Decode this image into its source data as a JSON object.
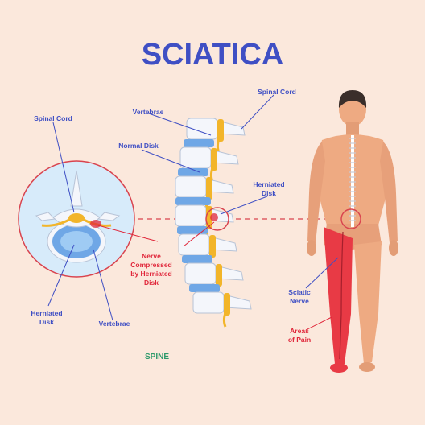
{
  "title": "SCIATICA",
  "caption": "SPINE",
  "colors": {
    "background": "#fbe8dc",
    "title": "#3f4fc4",
    "label_blue": "#3f4fc4",
    "label_red": "#e0263a",
    "label_green": "#2e9a6b",
    "nerve_yellow": "#f2b52a",
    "vertebra": "#f4f6fb",
    "disk": "#6fa7e6",
    "skin": "#eeaa82",
    "pain_red": "#e83a45",
    "dashed_line": "#d9434e"
  },
  "labels": {
    "cross_section_spinal_cord": "Spinal Cord",
    "cross_section_herniated_disk": [
      "Herniated",
      "Disk"
    ],
    "cross_section_vertebrae": "Vertebrae",
    "nerve_compressed": [
      "Nerve",
      "Compressed",
      "by Herniated",
      "Disk"
    ],
    "spine_vertebrae": "Vertebrae",
    "spine_normal_disk": "Normal Disk",
    "spine_spinal_cord": "Spinal Cord",
    "spine_herniated_disk": [
      "Herniated",
      "Disk"
    ],
    "sciatic_nerve": [
      "Sciatic",
      "Nerve"
    ],
    "areas_of_pain": [
      "Areas",
      "of Pain"
    ]
  }
}
